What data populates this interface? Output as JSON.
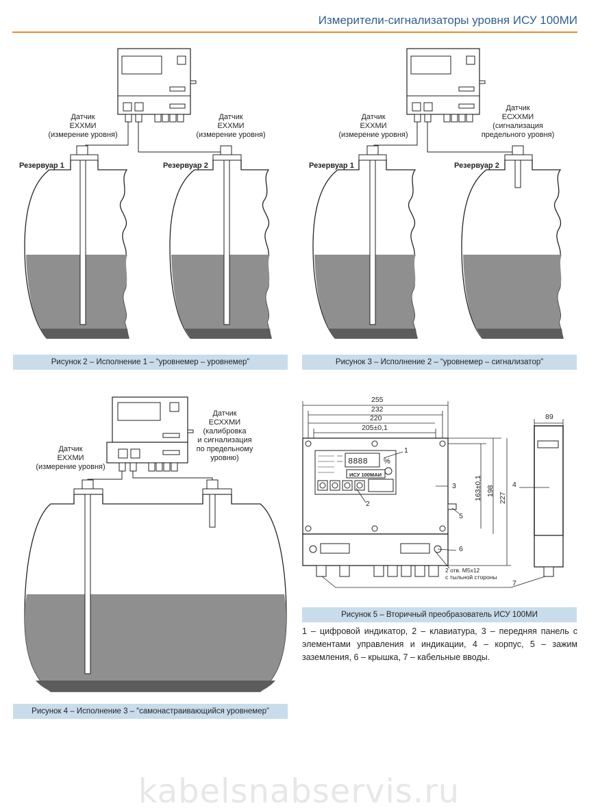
{
  "header": {
    "title": "Измерители-сигнализаторы уровня ИСУ 100МИ"
  },
  "fig2": {
    "sensor1": [
      "Датчик",
      "ЕХХМИ",
      "(измерение уровня)"
    ],
    "sensor2": [
      "Датчик",
      "ЕХХМИ",
      "(измерение уровня)"
    ],
    "tank1": "Резервуар 1",
    "tank2": "Резервуар 2",
    "caption": "Рисунок 2 – Исполнение 1 – “уровнемер – уровнемер”"
  },
  "fig3": {
    "sensor1": [
      "Датчик",
      "ЕХХМИ",
      "(измерение уровня)"
    ],
    "sensor2": [
      "Датчик",
      "ЕСХХМИ",
      "(сигнализация",
      "предельного уровня)"
    ],
    "tank1": "Резервуар 1",
    "tank2": "Резервуар 2",
    "caption": "Рисунок 3 – Исполнение 2 – “уровнемер – сигнализатор”"
  },
  "fig4": {
    "sensor1": [
      "Датчик",
      "ЕХХМИ",
      "(измерение уровня)"
    ],
    "sensor2": [
      "Датчик",
      "ЕСХХМИ",
      "(калибровка",
      "и сигнализация",
      "по предельному",
      "уровню)"
    ],
    "caption": "Рисунок 4 – Исполнение 3 – “самонастраивающийся уровнемер”"
  },
  "fig5": {
    "dims": {
      "w255": "255",
      "w232": "232",
      "w220": "220",
      "w205": "205±0,1",
      "w89": "89",
      "h163": "163±0,1",
      "h198": "198",
      "h227": "227"
    },
    "callouts": [
      "1",
      "2",
      "3",
      "4",
      "5",
      "6",
      "7"
    ],
    "holes_note": [
      "2 отв. M5x12",
      "с тыльной стороны"
    ],
    "device_name": "ИСУ 100МАИ",
    "display": "8888",
    "percent": "%",
    "caption": "Рисунок 5 – Вторичный преобразователь ИСУ 100МИ",
    "legend": "1 – цифровой индикатор, 2 – клавиатура, 3 – передняя панель с элементами управления и индикации, 4 – корпус, 5 – зажим заземления, 6 – крышка, 7 – кабельные вводы."
  },
  "watermark": "kabelsnabservis.ru",
  "colors": {
    "accent_rule": "#e58a2c",
    "title": "#2e5f91",
    "caption_bg": "#c9dcec",
    "liquid": "#8f8f8f",
    "liquid_dark": "#5c5c5c"
  }
}
